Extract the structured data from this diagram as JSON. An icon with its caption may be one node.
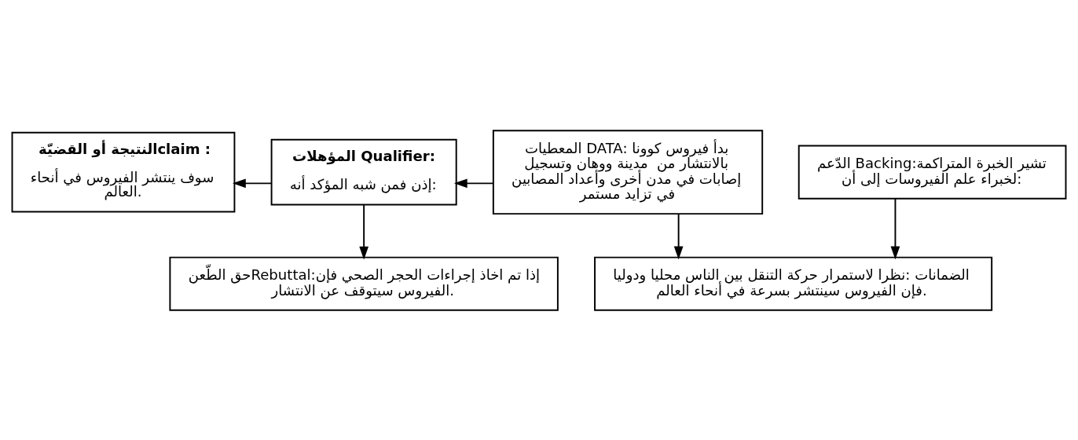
{
  "diagram": {
    "nodes": [
      {
        "text": [
          "النتيجة أو القضيّةclaim :",
          "سوف ينتشر الفيروس في أنحاء العالم."
        ]
      },
      {
        "text": [
          "المؤهلات Qualifier:",
          "إذن فمن شبه المؤكد أنه:"
        ]
      },
      {
        "text": [
          "المعطيات DATA: بدأ فيروس كوونا بالانتشار من  مدينة ووهان وتسجيل إصابات في مدن أخرى وأعداد المصابين في تزايد مستمر"
        ]
      },
      {
        "text": [
          "حق الطّعنRebuttal:إذا تم اخاذ إجراءات الحجر الصحي فإن الفيروس سيتوقف عن الانتشار."
        ]
      },
      {
        "text": [
          "الضمانات :نظرا لاستمرار حركة التنقل بين الناس محليا ودوليا فإن الفيروس سينتشر بسرعة في أنحاء العالم."
        ]
      },
      {
        "text": [
          "الدّعم Backing:تشير الخبرة المتراكمة لخبراء علم الفيروسات إلى أن:"
        ]
      }
    ],
    "edges": [
      {
        "from": 2,
        "to": 1,
        "arrow": "to"
      },
      {
        "from": 1,
        "to": 0,
        "arrow": "to"
      },
      {
        "from": 2,
        "to": 4,
        "arrow": "to"
      },
      {
        "from": 1,
        "to": 3,
        "arrow": "to"
      },
      {
        "from": 5,
        "to": 4,
        "arrow": "to"
      }
    ]
  }
}
